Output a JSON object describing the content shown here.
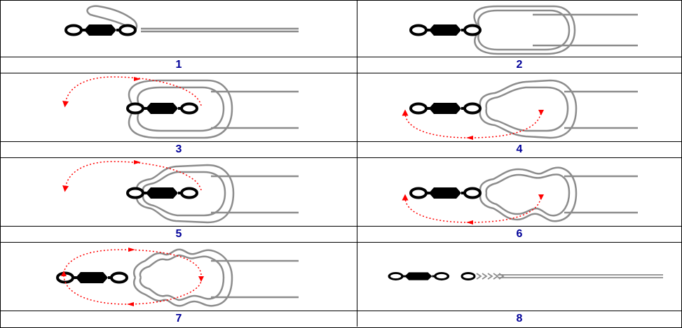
{
  "steps": [
    {
      "label": "1"
    },
    {
      "label": "2"
    },
    {
      "label": "3"
    },
    {
      "label": "4"
    },
    {
      "label": "5"
    },
    {
      "label": "6"
    },
    {
      "label": "7"
    },
    {
      "label": "8"
    }
  ],
  "colors": {
    "line": "#8c8c8c",
    "swivel": "#000000",
    "arrow": "#ff0000",
    "label": "#000099",
    "border": "#000000"
  }
}
